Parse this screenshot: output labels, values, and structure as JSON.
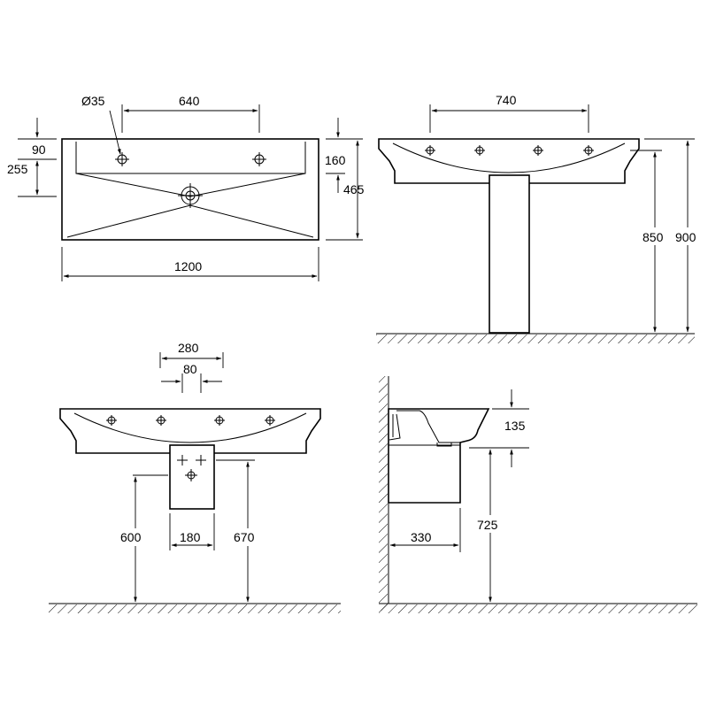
{
  "dimensions": {
    "diameter": "Ø35",
    "hole_spacing_top": "640",
    "top_offset": "90",
    "top_depth": "255",
    "front_height": "160",
    "overall_depth": "465",
    "overall_width": "1200",
    "pedestal_width": "740",
    "rim_height_a": "850",
    "rim_height_b": "900",
    "tap_span": "280",
    "tap_inner": "80",
    "column_width": "180",
    "drain_height_a": "600",
    "drain_height_b": "670",
    "bowl_depth": "135",
    "wall_projection": "330",
    "wall_height": "725"
  },
  "colors": {
    "line": "#000000",
    "background": "#ffffff"
  }
}
